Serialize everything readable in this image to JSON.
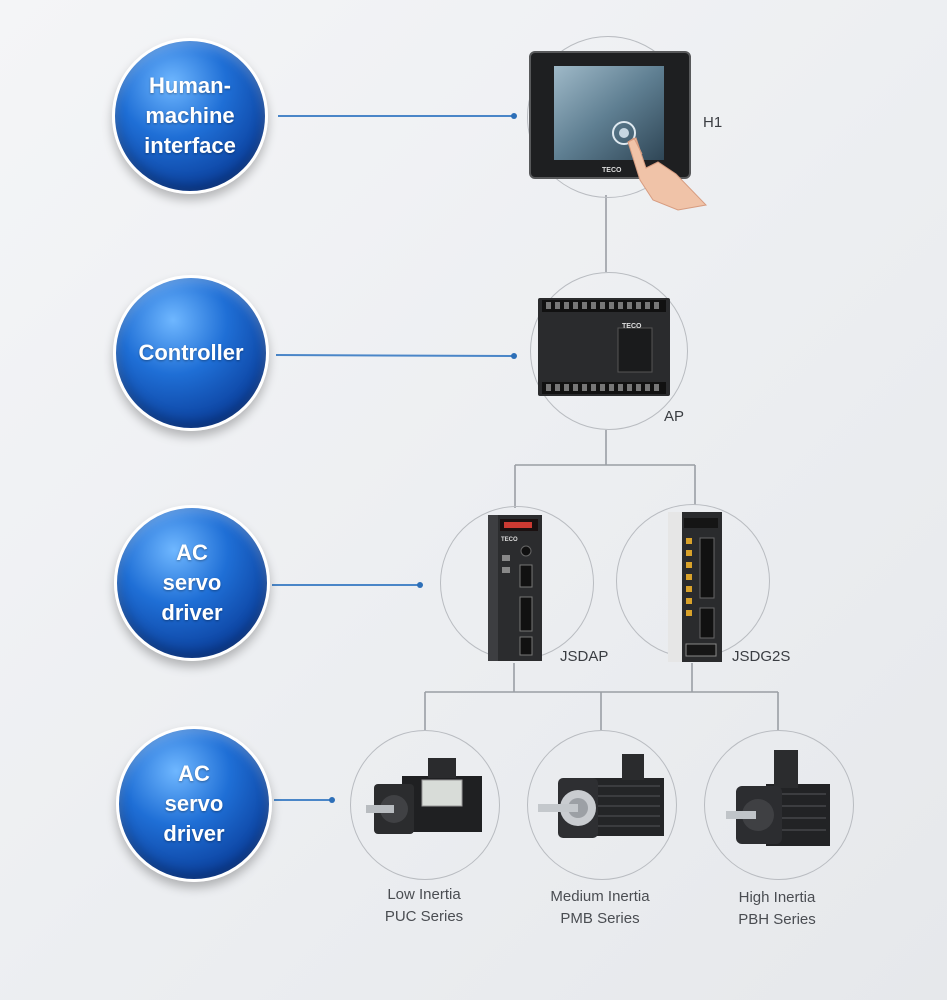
{
  "levels": {
    "hmi": "Human-\nmachine\ninterface",
    "controller": "Controller",
    "driver": "AC\nservo\ndriver",
    "motor": "AC\nservo\ndriver"
  },
  "devices": {
    "hmi": {
      "name": "H1",
      "brand": "TECO"
    },
    "controller": {
      "name": "AP",
      "brand": "TECO"
    },
    "driver_a": {
      "name": "JSDAP",
      "brand": "TECO"
    },
    "driver_b": {
      "name": "JSDG2S"
    }
  },
  "motors": [
    {
      "caption": "Low Inertia\nPUC Series"
    },
    {
      "caption": "Medium Inertia\nPMB Series"
    },
    {
      "caption": "High Inertia\nPBH Series"
    }
  ],
  "colors": {
    "orb": "#1f6fd6",
    "connector": "#4a86c8",
    "tree_line": "#9a9ea4"
  }
}
